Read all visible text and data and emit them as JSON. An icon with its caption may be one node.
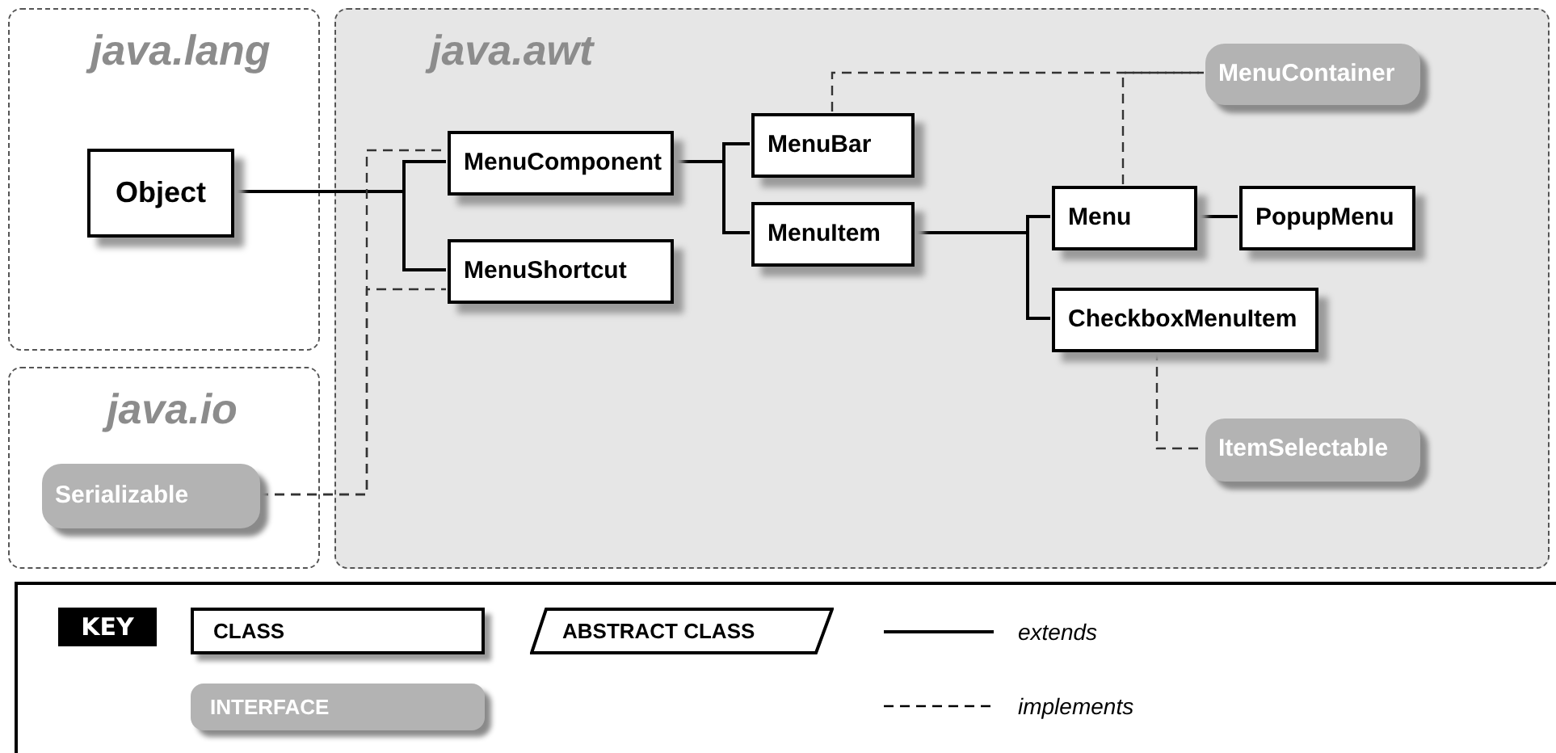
{
  "diagram": {
    "nodes": [
      {
        "text": [
          "java.lang"
        ]
      },
      {
        "text": [
          "Object"
        ],
        "in": 0
      },
      {
        "text": [
          "java.awt"
        ]
      },
      {
        "text": [
          "MenuComponent"
        ],
        "in": 2
      },
      {
        "text": [
          "MenuShortcut"
        ],
        "in": 2
      },
      {
        "text": [
          "MenuBar"
        ],
        "in": 2
      },
      {
        "text": [
          "MenuItem"
        ],
        "in": 2
      },
      {
        "text": [
          "MenuContainer"
        ],
        "in": 2
      },
      {
        "text": [
          "Menu"
        ],
        "in": 2
      },
      {
        "text": [
          "PopupMenu"
        ],
        "in": 2
      },
      {
        "text": [
          "CheckboxMenuItem"
        ],
        "in": 2
      },
      {
        "text": [
          "ItemSelectable"
        ],
        "in": 2
      },
      {
        "text": [
          "java.io"
        ]
      },
      {
        "text": [
          "Serializable"
        ],
        "in": 12
      }
    ],
    "edges": [
      {
        "from": 1,
        "to": 3,
        "arrow": "none"
      },
      {
        "from": 1,
        "to": 4,
        "arrow": "none"
      },
      {
        "from": 3,
        "to": 5,
        "arrow": "none"
      },
      {
        "from": 3,
        "to": 6,
        "arrow": "none"
      },
      {
        "from": 6,
        "to": 8,
        "arrow": "none"
      },
      {
        "from": 6,
        "to": 10,
        "arrow": "none"
      },
      {
        "from": 8,
        "to": 9,
        "arrow": "none"
      },
      {
        "from": 13,
        "to": 3,
        "arrow": "none",
        "style": "dashed"
      },
      {
        "from": 13,
        "to": 4,
        "arrow": "none",
        "style": "dashed"
      },
      {
        "from": 5,
        "to": 7,
        "arrow": "none",
        "style": "dashed"
      },
      {
        "from": 8,
        "to": 7,
        "arrow": "none",
        "style": "dashed"
      },
      {
        "from": 10,
        "to": 11,
        "arrow": "none",
        "style": "dashed"
      }
    ],
    "labels": [
      "KEY"
    ],
    "legend": [
      {
        "text": "CLASS"
      },
      {
        "text": "ABSTRACT CLASS"
      },
      {
        "text": "extends"
      },
      {
        "text": "INTERFACE"
      },
      {
        "text": "implements"
      }
    ]
  }
}
